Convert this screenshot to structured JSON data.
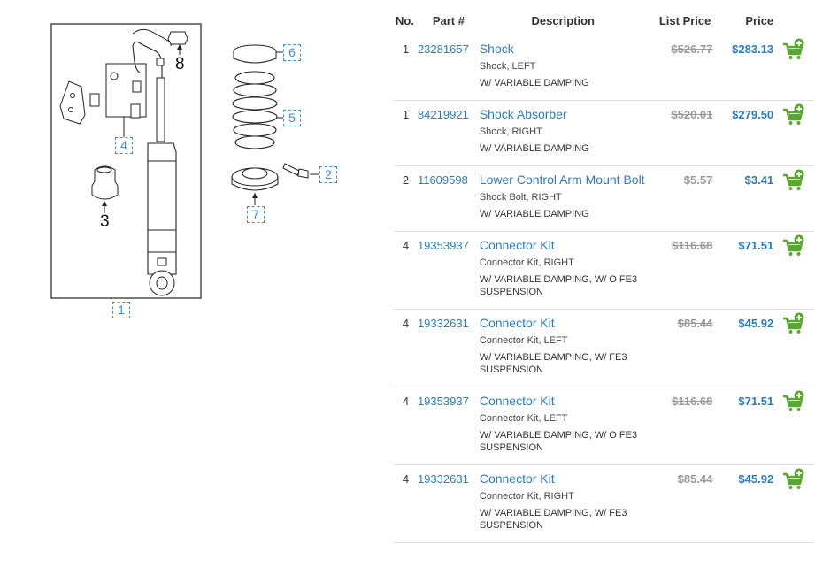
{
  "diagram": {
    "callouts_dashed": [
      "1",
      "2",
      "4",
      "5",
      "6",
      "7"
    ],
    "callouts_solid": [
      "3",
      "8"
    ]
  },
  "table": {
    "headers": {
      "no": "No.",
      "part": "Part #",
      "description": "Description",
      "list_price": "List Price",
      "price": "Price"
    },
    "rows": [
      {
        "no": "1",
        "part": "23281657",
        "name": "Shock",
        "sub": "Shock, LEFT",
        "note": "W/ VARIABLE DAMPING",
        "list": "$526.77",
        "price": "$283.13"
      },
      {
        "no": "1",
        "part": "84219921",
        "name": "Shock Absorber",
        "sub": "Shock, RIGHT",
        "note": "W/ VARIABLE DAMPING",
        "list": "$520.01",
        "price": "$279.50"
      },
      {
        "no": "2",
        "part": "11609598",
        "name": "Lower Control Arm Mount Bolt",
        "sub": "Shock Bolt, RIGHT",
        "note": "W/ VARIABLE DAMPING",
        "list": "$5.57",
        "price": "$3.41"
      },
      {
        "no": "4",
        "part": "19353937",
        "name": "Connector Kit",
        "sub": "Connector Kit, RIGHT",
        "note": "W/ VARIABLE DAMPING, W/ O FE3 SUSPENSION",
        "list": "$116.68",
        "price": "$71.51"
      },
      {
        "no": "4",
        "part": "19332631",
        "name": "Connector Kit",
        "sub": "Connector Kit, LEFT",
        "note": "W/ VARIABLE DAMPING, W/ FE3 SUSPENSION",
        "list": "$85.44",
        "price": "$45.92"
      },
      {
        "no": "4",
        "part": "19353937",
        "name": "Connector Kit",
        "sub": "Connector Kit, LEFT",
        "note": "W/ VARIABLE DAMPING, W/ O FE3 SUSPENSION",
        "list": "$116.68",
        "price": "$71.51"
      },
      {
        "no": "4",
        "part": "19332631",
        "name": "Connector Kit",
        "sub": "Connector Kit, RIGHT",
        "note": "W/ VARIABLE DAMPING, W/ FE3 SUSPENSION",
        "list": "$85.44",
        "price": "$45.92"
      }
    ]
  },
  "icons": {
    "cart": "add-to-cart-icon"
  },
  "colors": {
    "link": "#2b7bc0",
    "strike": "#9a9a9a",
    "cart_green": "#5aa832",
    "callout": "#3a8fd0"
  }
}
